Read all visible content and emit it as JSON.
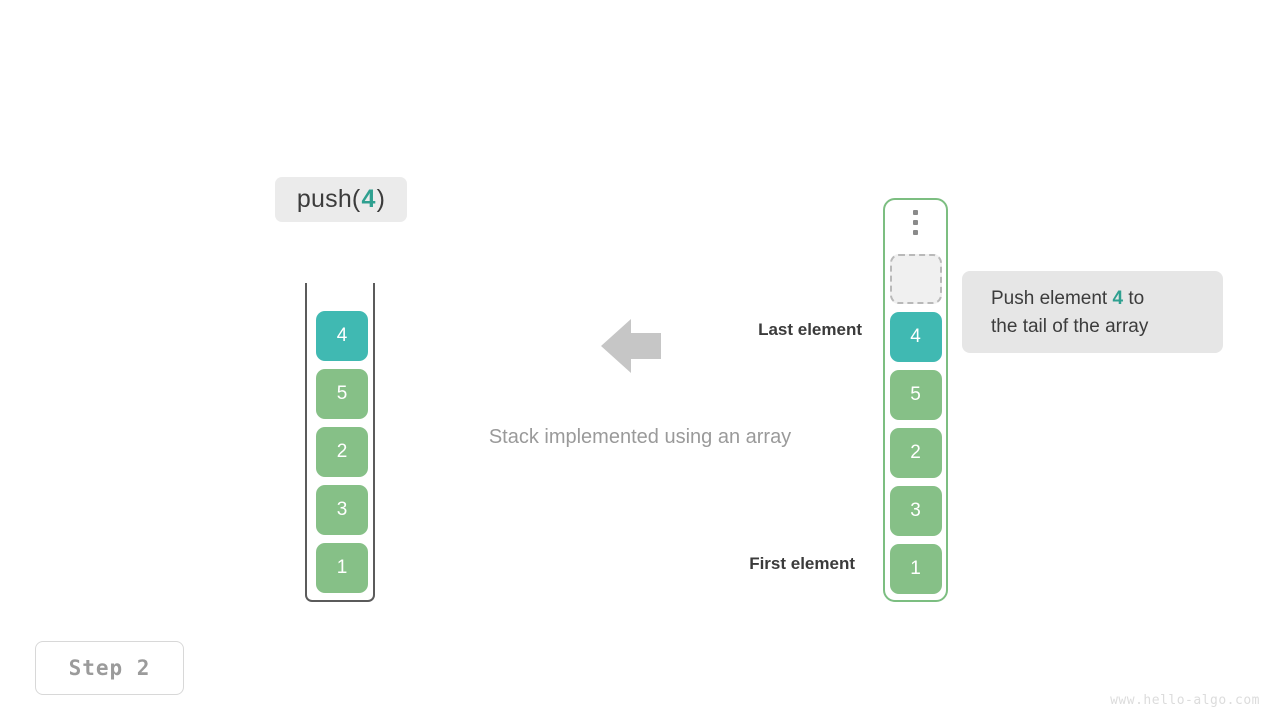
{
  "operation": {
    "prefix": "push(",
    "value": "4",
    "suffix": ")"
  },
  "stack": {
    "title": "Stack implemented using an array",
    "cells": [
      {
        "value": "1",
        "color": "green"
      },
      {
        "value": "3",
        "color": "green"
      },
      {
        "value": "2",
        "color": "green"
      },
      {
        "value": "5",
        "color": "green"
      },
      {
        "value": "4",
        "color": "teal"
      }
    ]
  },
  "array": {
    "overflow_icon": "vertical-ellipsis-icon",
    "cells": [
      {
        "value": "1",
        "color": "green"
      },
      {
        "value": "3",
        "color": "green"
      },
      {
        "value": "2",
        "color": "green"
      },
      {
        "value": "5",
        "color": "green"
      },
      {
        "value": "4",
        "color": "teal"
      },
      {
        "value": "",
        "color": "empty"
      }
    ]
  },
  "labels": {
    "last_element": "Last element",
    "first_element": "First element",
    "arrow_icon": "arrow-left-icon"
  },
  "callout": {
    "line1_prefix": "Push element ",
    "line1_accent": "4",
    "line1_suffix": " to",
    "line2": "the tail of the array"
  },
  "step": {
    "label": "Step 2"
  },
  "footer": {
    "url": "www.hello-algo.com"
  },
  "colors": {
    "accent_teal": "#40b9b2",
    "accent_text_teal": "#2fa090",
    "cell_green": "#86c087",
    "array_border_green": "#7cbe81",
    "stack_border_gray": "#5b5b5b",
    "chip_bg": "#ebebeb",
    "callout_bg": "#e6e6e6",
    "caption_gray": "#9a9a9a"
  }
}
